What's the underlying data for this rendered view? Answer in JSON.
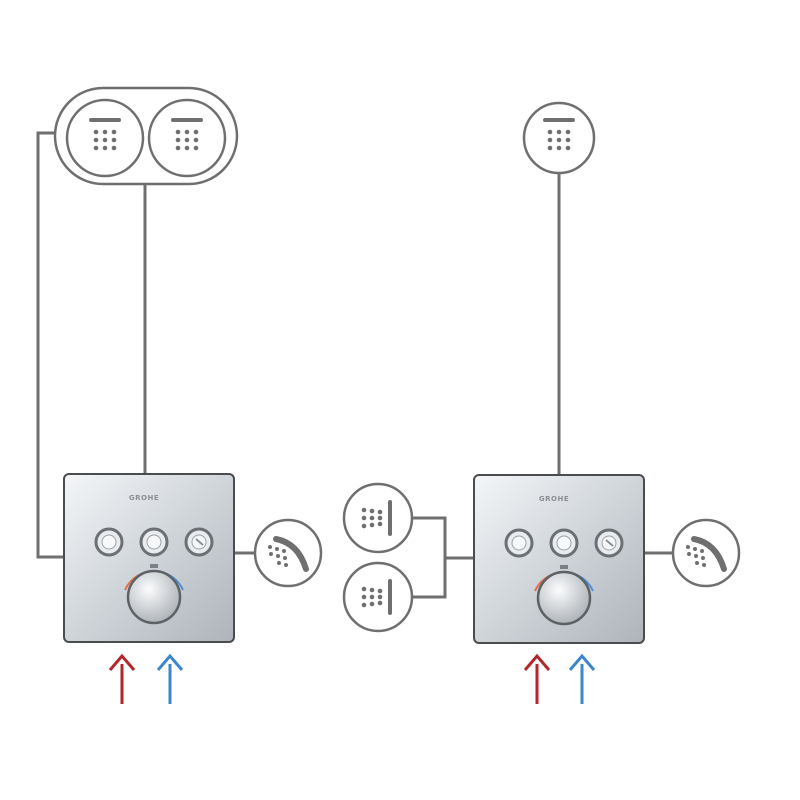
{
  "brand": {
    "logo_text": "GROHE"
  },
  "colors": {
    "line": "#6f6f6f",
    "hot": "#b3262a",
    "cold": "#3b86cf",
    "chrome": "#d9dde2"
  },
  "configurations": [
    {
      "name": "left-system",
      "outlets": [
        "twin-head-shower",
        "hand-shower"
      ],
      "buttons": 3
    },
    {
      "name": "right-system",
      "outlets": [
        "head-shower",
        "body-jets",
        "hand-shower"
      ],
      "buttons": 3
    }
  ]
}
